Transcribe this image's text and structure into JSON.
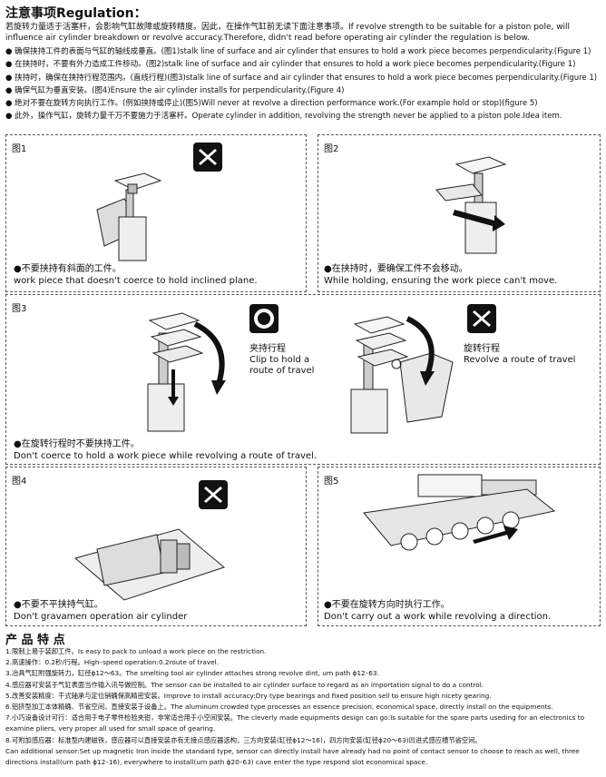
{
  "header": {
    "title": "注意事项Regulation：",
    "intro": "若旋转力量适于活塞杆，会影响气缸故障或旋转精度。因此，在操作气缸前无读下面注意事项。If revolve strength to be suitable for a piston pole, will influence air cylinder breakdown or revolve accuracy.Therefore, didn't read before operating air cylinder the regulation is below."
  },
  "rules": [
    "● 确保挟持工件的表面与气缸的轴线成垂直。(图1)stalk line of surface and air cylinder that ensures to hold a work piece becomes perpendicularity.(Figure 1)",
    "● 在挟持时，不要有外力造成工件移动。(图2)stalk line of surface and air cylinder that ensures to hold a work piece becomes perpendicularity.(Figure 1)",
    "● 挟持时，确保在挟持行程范围内。(直线行程)(图3)stalk line of surface and air cylinder that ensures to hold a work piece becomes perpendicularity.(Figure 1)",
    "● 确保气缸为垂直安装。(图4)Ensure the air cylinder installs for perpendicularity.(Figure 4)",
    "● 绝对不要在旋转方向执行工作。(例如挟持或停止)(图5)Will never at revolve a direction performance work.(For example hold or stop)(figure 5)",
    "● 此外，操作气缸，旋转力量千万不要施力于活塞杆。Operate cylinder in addition, revolving the strength never be applied to a piston pole.Idea item."
  ],
  "figures": {
    "fig1": {
      "label": "图1",
      "cap_cn": "●不要挟持有斜面的工件。",
      "cap_en": "work piece that doesn't coerce to hold inclined plane."
    },
    "fig2": {
      "label": "图2",
      "cap_cn": "●在挟持时，要确保工件不会移动。",
      "cap_en": "While holding, ensuring the work piece can't move."
    },
    "fig3": {
      "label": "图3",
      "cap_cn": "●在旋转行程时不要挟持工件。",
      "cap_en": "Don't coerce to hold a work piece while revolving a route of travel.",
      "ok_cn": "夹持行程",
      "ok_en1": "Clip to hold a",
      "ok_en2": "route of travel",
      "ng_cn": "旋转行程",
      "ng_en": "Revolve a route of travel"
    },
    "fig4": {
      "label": "图4",
      "cap_cn": "●不要不平挟持气缸。",
      "cap_en": "Don't gravamen operation air cylinder"
    },
    "fig5": {
      "label": "图5",
      "cap_cn": "●不要在旋转方向时执行工作。",
      "cap_en": "Don't carry out a work while revolving a direction."
    }
  },
  "features": {
    "title": "产 品 特 点",
    "items": [
      "1.限制上易于装卸工件。Is easy to pack to unload a work piece on the restriction.",
      "2.高速操作：0.2秒/行程。High–speed operation:0.2route of travel.",
      "3.冶具气缸附强旋转力，缸径ϕ12～63。The smelting tool air cylinder attaches strong revolve dint, urn path ϕ12–63.",
      "4.感应器可安装于气缸表面当作输入讯号做控制。The sensor can be installed to air cylinder surface to regard as an importation signal to do a control.",
      "5.改善安装精度：干式轴承与定位销确保高精密安装。Improve to install accuracy:Dry type bearings and fixed position sell to ensure high nicety gearing.",
      "6.铝挤型加工本体精确、节省空间，直接安装于设备上。The aluminum crowded type processes an essence precision, economical space, directly install on the equipments.",
      "7.小巧设备设计可行：适合用于电子零件检验夹钳，非常适合用于小空间安装。The cleverly made equipments design can go:Is suitable for the spare parts useding for an electronics to examine pliers, very proper all used for small space of gearing.",
      "8.可附加感应器：标准型内建磁铁，感应器可以直接安装亦有无接点感应器选构，三方向安装(缸径ϕ12～16)，四方向安装(缸径ϕ20～63)凹进式感应槽节省空间。",
      "Can additional sensor:Set up magnetic Iron inside the standard type, sensor can directly install have already had no point of contact sensor to choose to reach as well, three directions install(urn path ϕ12–16), everywhere to install(urn path ϕ20–63) cave enter the type respond slot economical space."
    ]
  },
  "icons": {
    "ok": "circle-ok-icon",
    "ng": "cross-ng-icon"
  },
  "colors": {
    "badge": "#111111",
    "panel_border": "#555555"
  }
}
